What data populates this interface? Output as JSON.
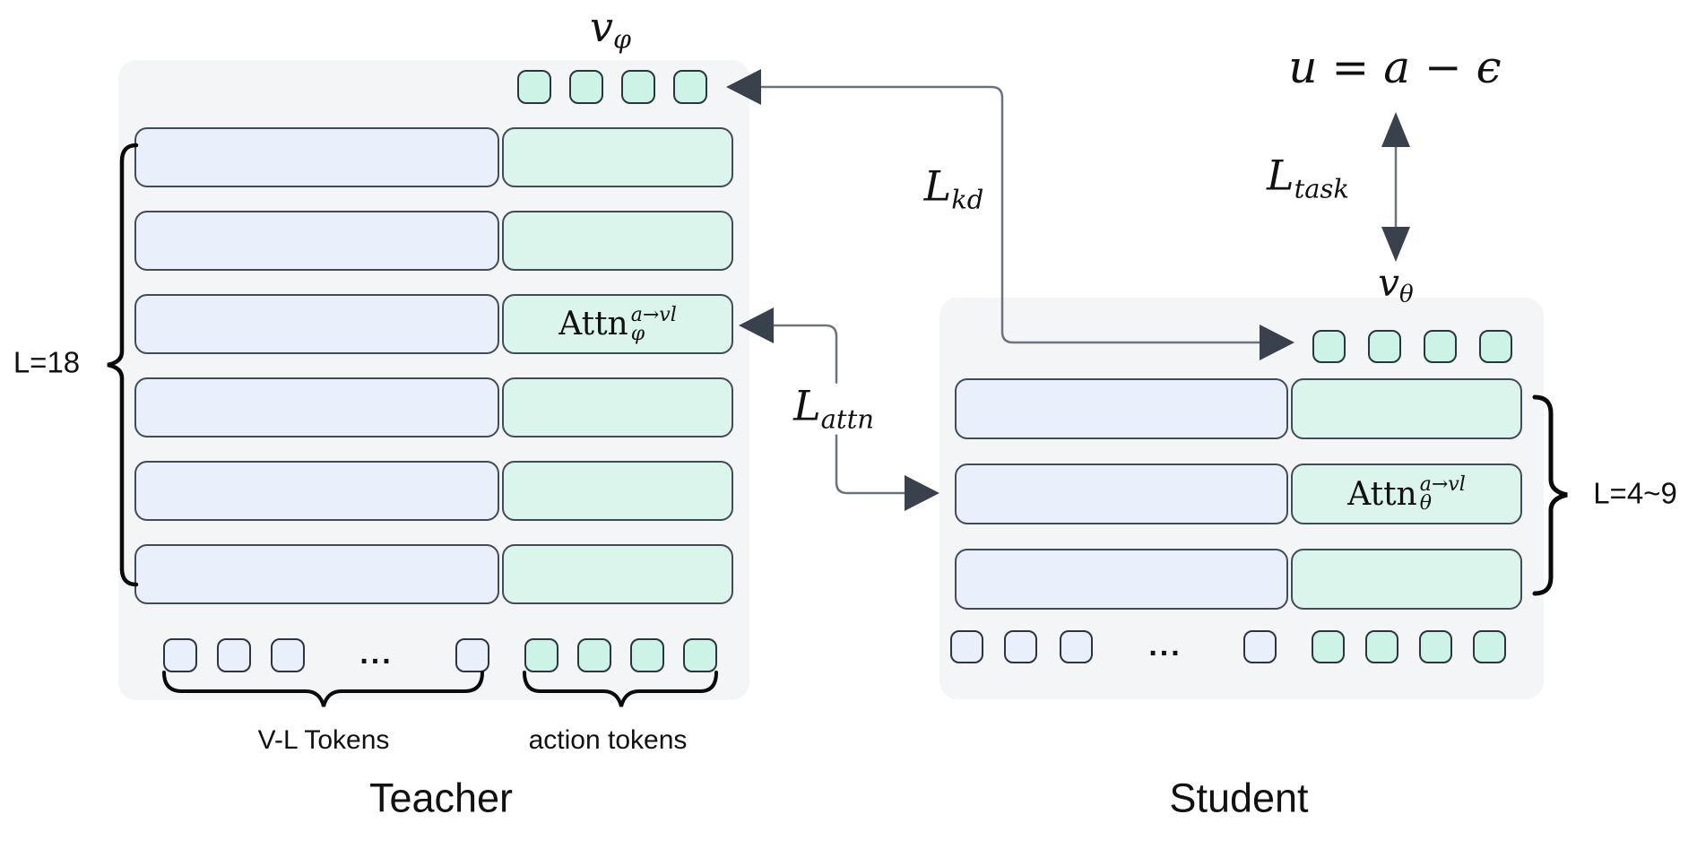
{
  "equation": {
    "text": "u = a − ϵ"
  },
  "teacher": {
    "title": "Teacher",
    "depth_label": "L=18",
    "value_head": {
      "base": "v",
      "sub": "φ"
    },
    "attn_box": {
      "base": "Attn",
      "sup": "a→vl",
      "sub": "φ"
    },
    "vl_tokens_label": "V-L Tokens",
    "action_tokens_label": "action tokens",
    "ellipsis": "...",
    "layer_rows": 6,
    "top_action_tokens": 4,
    "bottom_vl_tokens": 4,
    "bottom_action_tokens": 4
  },
  "student": {
    "title": "Student",
    "depth_label": "L=4~9",
    "value_head": {
      "base": "v",
      "sub": "θ"
    },
    "attn_box": {
      "base": "Attn",
      "sup": "a→vl",
      "sub": "θ"
    },
    "ellipsis": "...",
    "layer_rows": 3,
    "top_action_tokens": 4,
    "bottom_vl_tokens": 4,
    "bottom_action_tokens": 4
  },
  "losses": {
    "kd": {
      "base": "L",
      "sub": "kd"
    },
    "attn": {
      "base": "L",
      "sub": "attn"
    },
    "task": {
      "base": "L",
      "sub": "task"
    }
  },
  "colors": {
    "panel_bg": "#f4f5f6",
    "vl_box": "#e9effb",
    "action_box": "#dcf5ec",
    "vl_token": "#e9effb",
    "action_token": "#cdf2e6",
    "row_border": "#414c57",
    "token_border": "#2b353f",
    "connector_line": "#6a737c",
    "arrowhead": "#39424c",
    "brace": "#0a0a0a",
    "text": "#111111"
  }
}
